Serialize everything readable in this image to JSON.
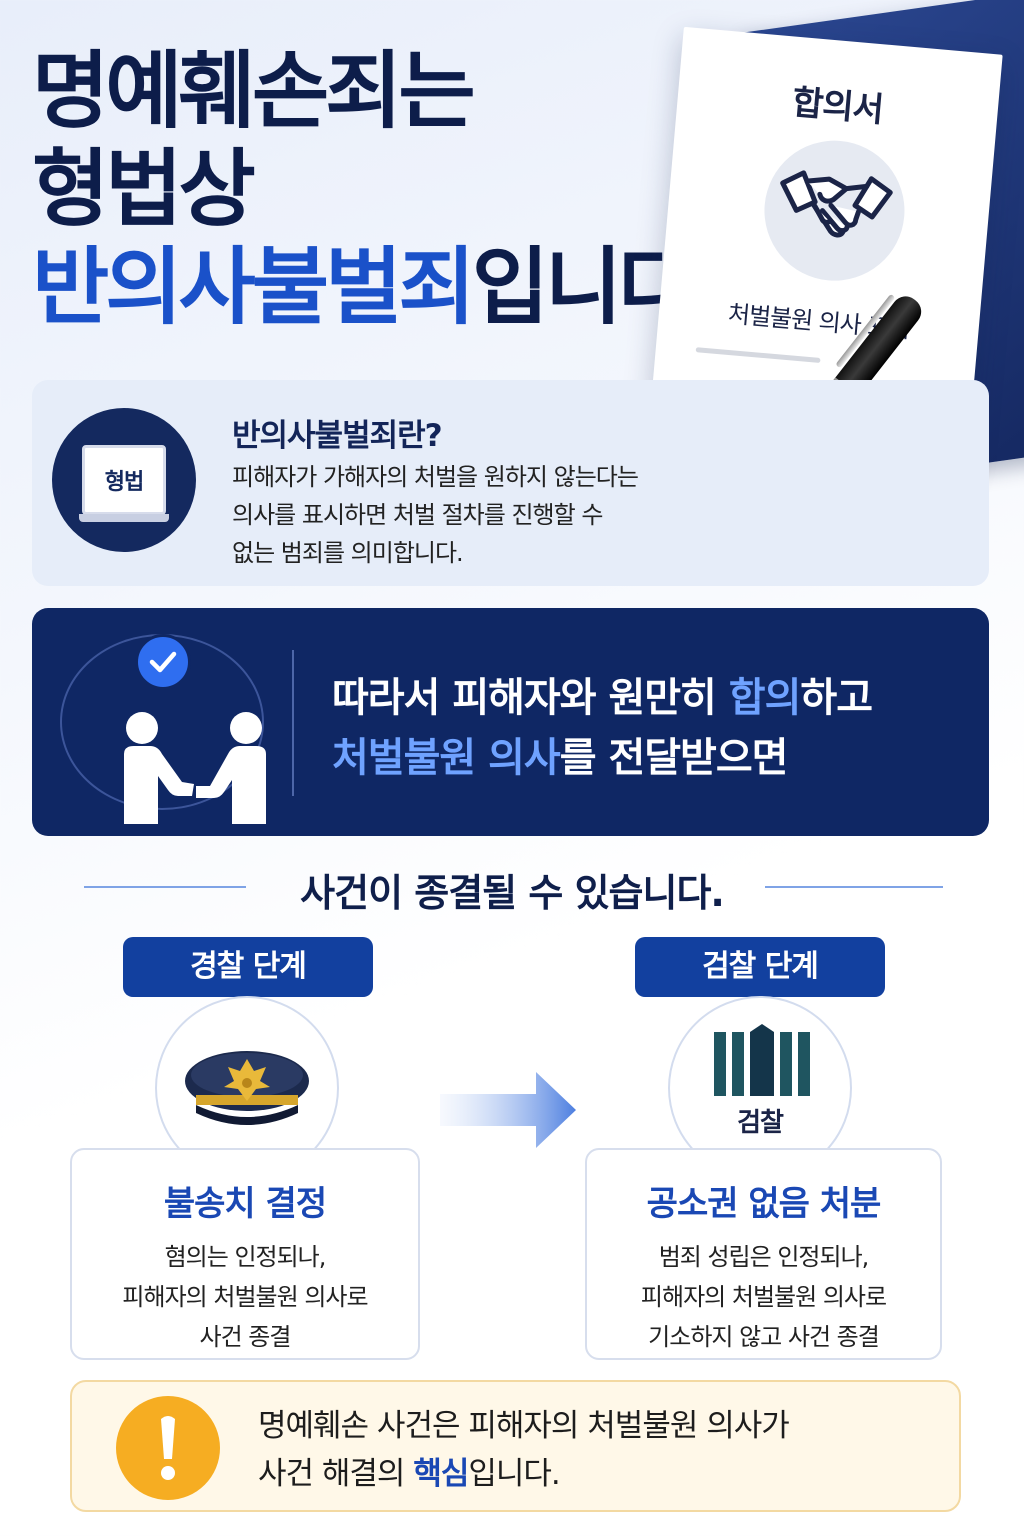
{
  "hero": {
    "line1": "명예훼손죄는",
    "line2": "형법상",
    "line3_highlight": "반의사불벌죄",
    "line3_rest": "입니다"
  },
  "document": {
    "title": "합의서",
    "caption": "처벌불원 의사 표시",
    "icon": "handshake-icon"
  },
  "definition": {
    "book_label": "형법",
    "heading": "반의사불벌죄란?",
    "body_line1": "피해자가 가해자의 처벌을 원하지 않는다는",
    "body_line2": "의사를 표시하면 처벌 절차를 진행할 수",
    "body_line3": "없는 범죄를 의미합니다."
  },
  "banner": {
    "line1_a": "따라서 피해자와 원만히 ",
    "line1_hl": "합의",
    "line1_b": "하고",
    "line2_hl": "처벌불원 의사",
    "line2_b": "를 전달받으면",
    "icon": "agreement-people-icon"
  },
  "result": {
    "heading": "사건이 종결될 수 있습니다."
  },
  "stages": [
    {
      "label": "경찰 단계",
      "icon": "police-cap-icon",
      "title": "불송치 결정",
      "desc_line1": "혐의는 인정되나,",
      "desc_line2": "피해자의 처벌불원 의사로",
      "desc_line3": "사건 종결"
    },
    {
      "label": "검찰 단계",
      "icon": "prosecution-emblem-icon",
      "icon_text": "검찰",
      "title": "공소권 없음 처분",
      "desc_line1": "범죄 성립은 인정되나,",
      "desc_line2": "피해자의 처벌불원 의사로",
      "desc_line3": "기소하지 않고 사건 종결"
    }
  ],
  "note": {
    "line1": "명예훼손 사건은 피해자의 처벌불원 의사가",
    "line2_a": "사건 해결의 ",
    "line2_hl": "핵심",
    "line2_b": "입니다."
  },
  "colors": {
    "navy": "#0f2764",
    "accent_blue": "#1a51c9",
    "banner_highlight": "#6fa2ff",
    "warning": "#f6ad22"
  }
}
